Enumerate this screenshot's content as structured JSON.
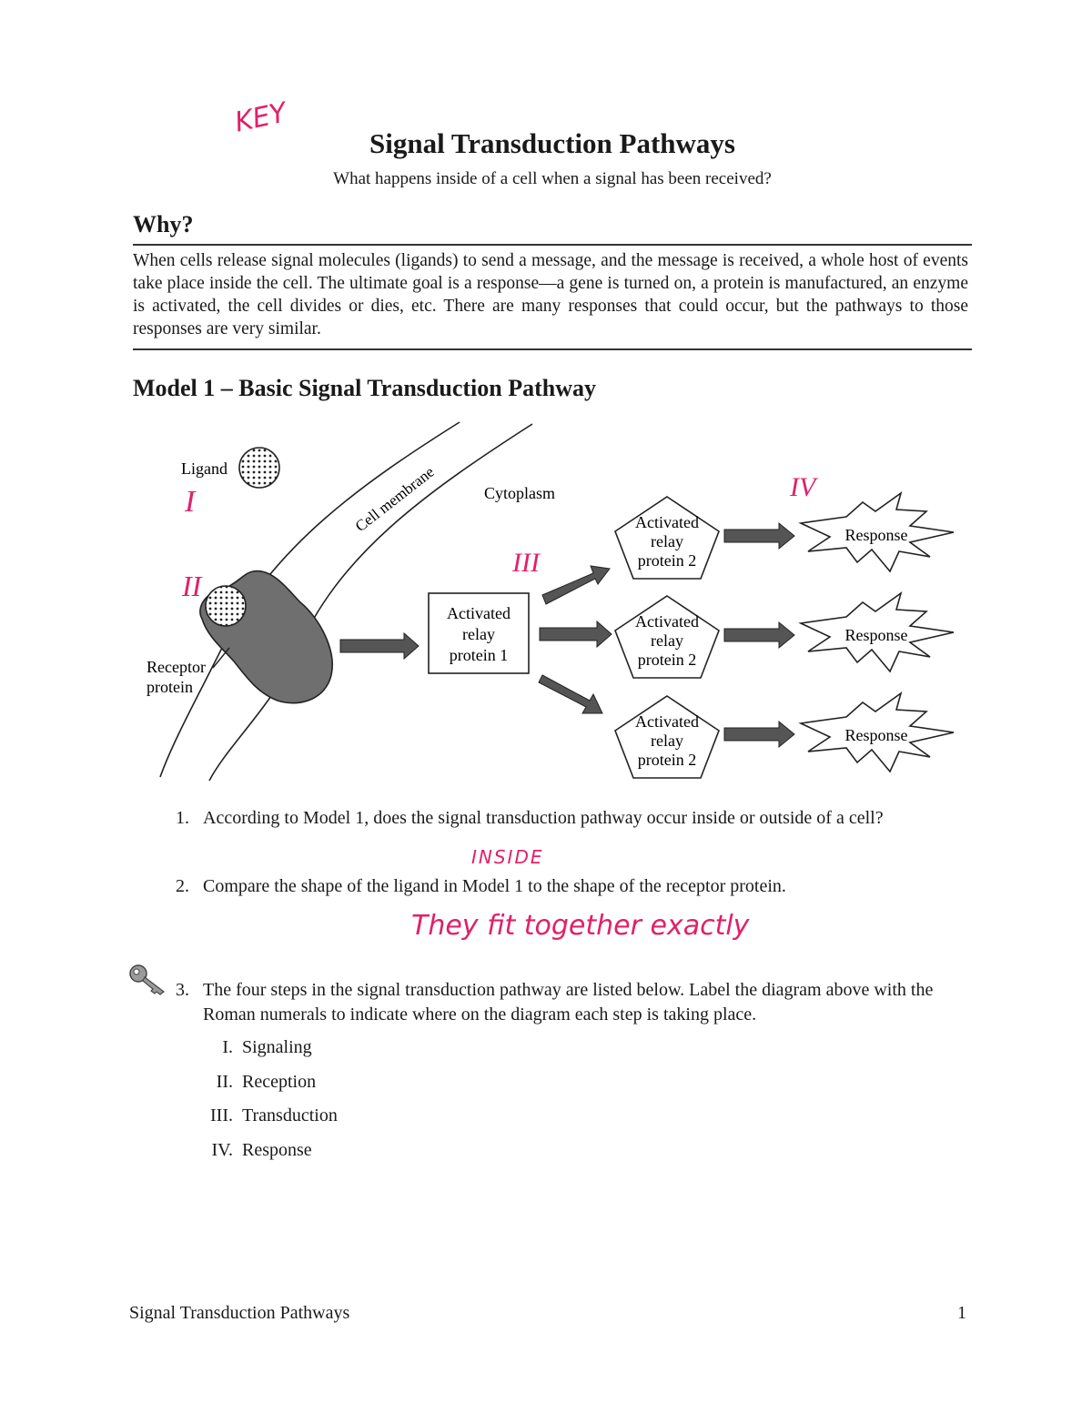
{
  "header": {
    "key_annotation": "KEY",
    "title": "Signal Transduction Pathways",
    "subtitle": "What happens inside of a cell when a signal has been received?"
  },
  "why": {
    "heading": "Why?",
    "text": "When cells release signal molecules (ligands) to send a message, and the message is received, a whole host of events take place inside the cell. The ultimate goal is a response—a gene is turned on, a protein is manufactured, an enzyme is activated, the cell divides or dies, etc. There are many responses that could occur, but the pathways to those responses are very similar."
  },
  "model": {
    "heading": "Model 1 – Basic Signal Transduction Pathway",
    "labels": {
      "ligand": "Ligand",
      "cell_membrane": "Cell membrane",
      "cytoplasm": "Cytoplasm",
      "receptor_line1": "Receptor",
      "receptor_line2": "protein",
      "relay1_line1": "Activated",
      "relay1_line2": "relay",
      "relay1_line3": "protein 1",
      "relay2_line1": "Activated",
      "relay2_line2": "relay",
      "relay2_line3": "protein 2",
      "response": "Response"
    },
    "annotations": {
      "step1": "I",
      "step2": "II",
      "step3": "III",
      "step4": "IV"
    },
    "colors": {
      "receptor_fill": "#6f6f6f",
      "arrow_fill": "#555555",
      "annotation": "#e0206a"
    }
  },
  "questions": {
    "q1": {
      "number": "1.",
      "text": "According to Model 1, does the signal transduction pathway occur inside or outside of a cell?",
      "answer": "INSIDE"
    },
    "q2": {
      "number": "2.",
      "text": "Compare the shape of the ligand in Model 1 to the shape of the receptor protein.",
      "answer": "They fit together exactly"
    },
    "q3": {
      "number": "3.",
      "text": "The four steps in the signal transduction pathway are listed below. Label the diagram above with the Roman numerals to indicate where on the diagram each step is taking place.",
      "steps": [
        {
          "numeral": "I.",
          "label": "Signaling"
        },
        {
          "numeral": "II.",
          "label": "Reception"
        },
        {
          "numeral": "III.",
          "label": "Transduction"
        },
        {
          "numeral": "IV.",
          "label": "Response"
        }
      ]
    }
  },
  "footer": {
    "title": "Signal Transduction Pathways",
    "page": "1"
  }
}
